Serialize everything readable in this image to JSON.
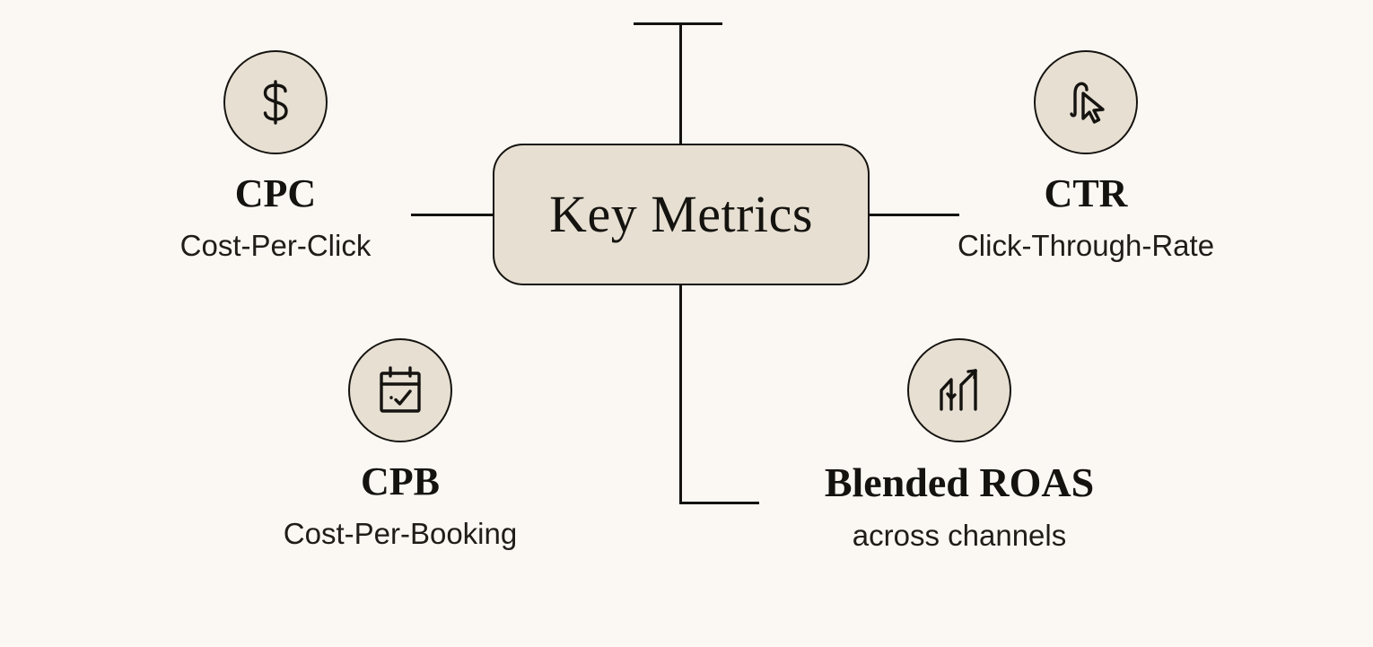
{
  "diagram": {
    "center": {
      "label": "Key Metrics"
    },
    "colors": {
      "background": "#FBF8F3",
      "node_fill": "#E6DFD2",
      "stroke": "#15130F",
      "text": "#15130F"
    },
    "metrics": [
      {
        "id": "cpc",
        "icon": "dollar-sign-icon",
        "title": "CPC",
        "subtitle": "Cost-Per-Click",
        "position": "top-left"
      },
      {
        "id": "ctr",
        "icon": "cursor-click-icon",
        "title": "CTR",
        "subtitle": "Click-Through-Rate",
        "position": "top-right"
      },
      {
        "id": "cpb",
        "icon": "calendar-check-icon",
        "title": "CPB",
        "subtitle": "Cost-Per-Booking",
        "position": "bottom-left"
      },
      {
        "id": "roas",
        "icon": "growth-arrows-icon",
        "title": "Blended ROAS",
        "subtitle": "across channels",
        "position": "bottom-right"
      }
    ]
  }
}
